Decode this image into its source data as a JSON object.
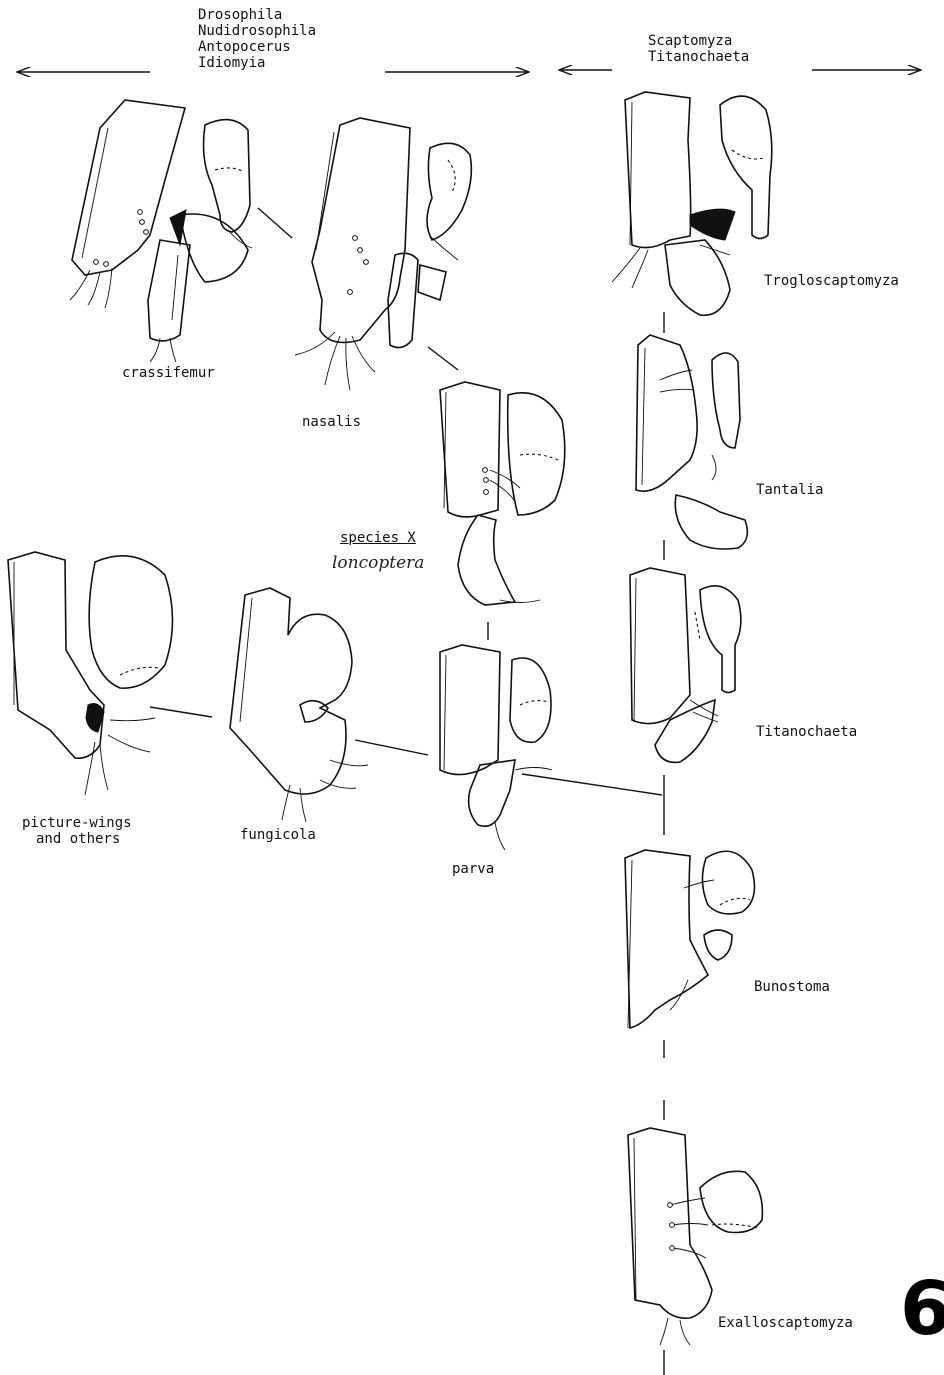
{
  "header": {
    "left_groups": [
      "Drosophila",
      "Nudidrosophila",
      "Antopocerus",
      "Idiomyia"
    ],
    "right_groups": [
      "Scaptomyza",
      "Titanochaeta"
    ]
  },
  "specimens": [
    {
      "id": "crassifemur",
      "label": "crassifemur"
    },
    {
      "id": "nasalis",
      "label": "nasalis"
    },
    {
      "id": "species-x",
      "label": "species X",
      "handwritten": "loncoptera"
    },
    {
      "id": "picture-wings",
      "label_lines": [
        "picture-wings",
        "and others"
      ]
    },
    {
      "id": "fungicola",
      "label": "fungicola"
    },
    {
      "id": "parva",
      "label": "parva"
    },
    {
      "id": "trogloscaptomyza",
      "label": "Trogloscaptomyza"
    },
    {
      "id": "tantalia",
      "label": "Tantalia"
    },
    {
      "id": "titanochaeta",
      "label": "Titanochaeta"
    },
    {
      "id": "bunostoma",
      "label": "Bunostoma"
    },
    {
      "id": "exalloscaptomyza",
      "label": "Exalloscaptomyza"
    }
  ],
  "plate_number": "6"
}
